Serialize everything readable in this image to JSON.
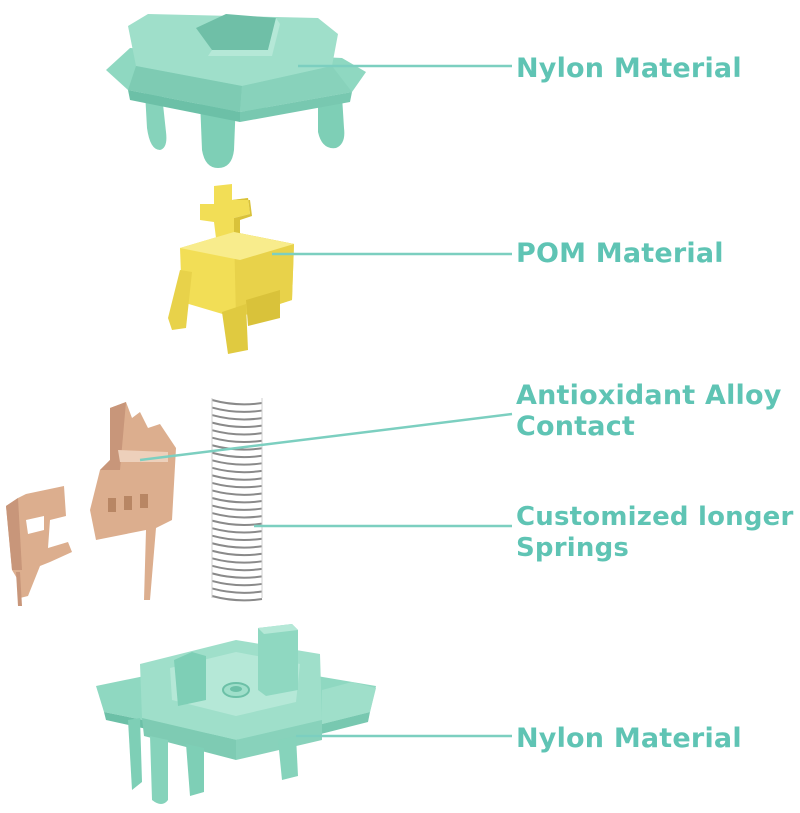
{
  "colors": {
    "nylon": "#8fd8c1",
    "nylon_dark": "#6cc0a7",
    "nylon_light": "#b5e8d7",
    "pom": "#f2de56",
    "pom_dark": "#d9c23a",
    "pom_light": "#f8ec8c",
    "copper": "#dcae8e",
    "copper_dark": "#b88664",
    "spring": "#8a8a8a",
    "label": "#5fc4b4",
    "leader": "#7ccfc0"
  },
  "parts": [
    {
      "id": "housing-top",
      "icon": "switch-top-housing-icon",
      "label": "Nylon Material"
    },
    {
      "id": "stem",
      "icon": "switch-stem-icon",
      "label": "POM Material"
    },
    {
      "id": "contact",
      "icon": "metal-contact-icon",
      "label": "Antioxidant Alloy Contact"
    },
    {
      "id": "spring",
      "icon": "spring-icon",
      "label": "Customized longer Springs"
    },
    {
      "id": "housing-bottom",
      "icon": "switch-bottom-housing-icon",
      "label": "Nylon Material"
    }
  ]
}
